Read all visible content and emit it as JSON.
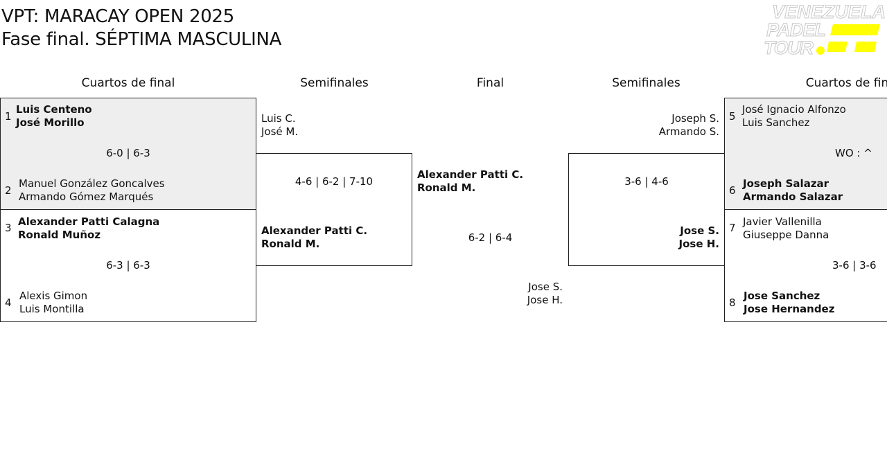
{
  "header": {
    "title": "VPT: MARACAY OPEN 2025",
    "subtitle": "Fase final. SÉPTIMA MASCULINA"
  },
  "logo": {
    "line1": "VENEZUELA",
    "line2": "PADEL",
    "line3": "TOUR",
    "accent": "#ffff00"
  },
  "rounds": {
    "qf_left": "Cuartos de final",
    "sf_left": "Semifinales",
    "final": "Final",
    "sf_right": "Semifinales",
    "qf_right": "Cuartos de fin"
  },
  "qf1": {
    "seed_a": "1",
    "a1": "Luis Centeno",
    "a2": "José Morillo",
    "score": "6-0 | 6-3",
    "seed_b": "2",
    "b1": "Manuel González Goncalves",
    "b2": "Armando Gómez Marqués"
  },
  "qf2": {
    "seed_a": "3",
    "a1": "Alexander Patti Calagna",
    "a2": "Ronald Muñoz",
    "score": "6-3 | 6-3",
    "seed_b": "4",
    "b1": "Alexis Gimon",
    "b2": "Luis Montilla"
  },
  "qf3": {
    "seed_a": "5",
    "a1": "José Ignacio Alfonzo",
    "a2": "Luis Sanchez",
    "score": "WO : ^",
    "seed_b": "6",
    "b1": "Joseph Salazar",
    "b2": "Armando Salazar"
  },
  "qf4": {
    "seed_a": "7",
    "a1": "Javier Vallenilla",
    "a2": "Giuseppe Danna",
    "score": "3-6 | 3-6",
    "seed_b": "8",
    "b1": "Jose Sanchez",
    "b2": "Jose Hernandez"
  },
  "sf_left": {
    "a1": "Luis C.",
    "a2": "José M.",
    "score": "4-6 | 6-2 | 7-10",
    "b1": "Alexander Patti C.",
    "b2": "Ronald M."
  },
  "sf_right": {
    "a1": "Joseph S.",
    "a2": "Armando S.",
    "score": "3-6 | 4-6",
    "b1": "Jose S.",
    "b2": "Jose H."
  },
  "final": {
    "a1": "Alexander Patti C.",
    "a2": "Ronald M.",
    "score": "6-2 | 6-4",
    "b1": "Jose S.",
    "b2": "Jose H."
  }
}
